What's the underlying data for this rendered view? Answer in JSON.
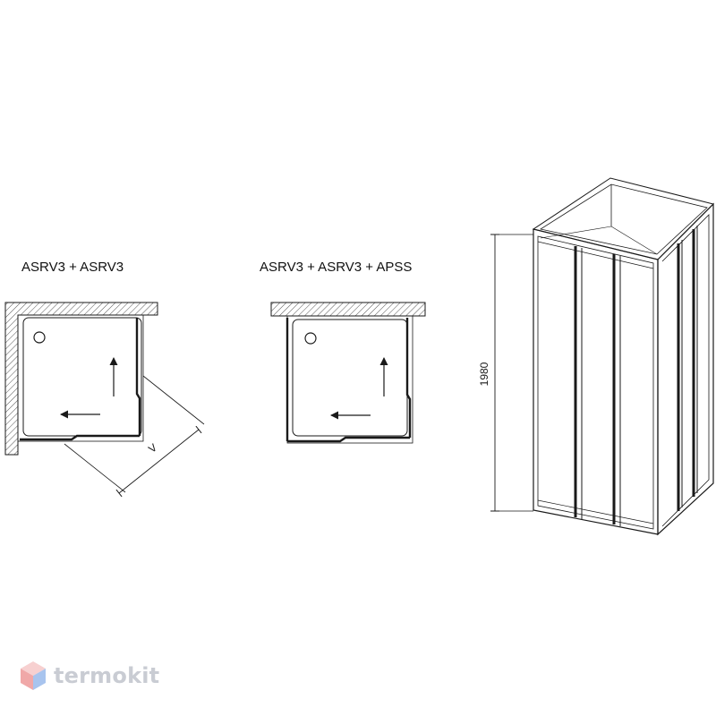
{
  "diagram": {
    "config_left_label": "ASRV3 + ASRV3",
    "config_right_label": "ASRV3 + ASRV3 + APSS",
    "dimension_v_label": "V",
    "height_label": "1980"
  },
  "logo": {
    "text": "termokit",
    "colors": {
      "left": "#f0a8a8",
      "right": "#a8c4ee",
      "top": "#f7d0d0",
      "text": "#c9ccd3"
    }
  },
  "colors": {
    "line": "#1a1a1a",
    "hatch": "#555555",
    "panel_fill": "#ffffff"
  }
}
